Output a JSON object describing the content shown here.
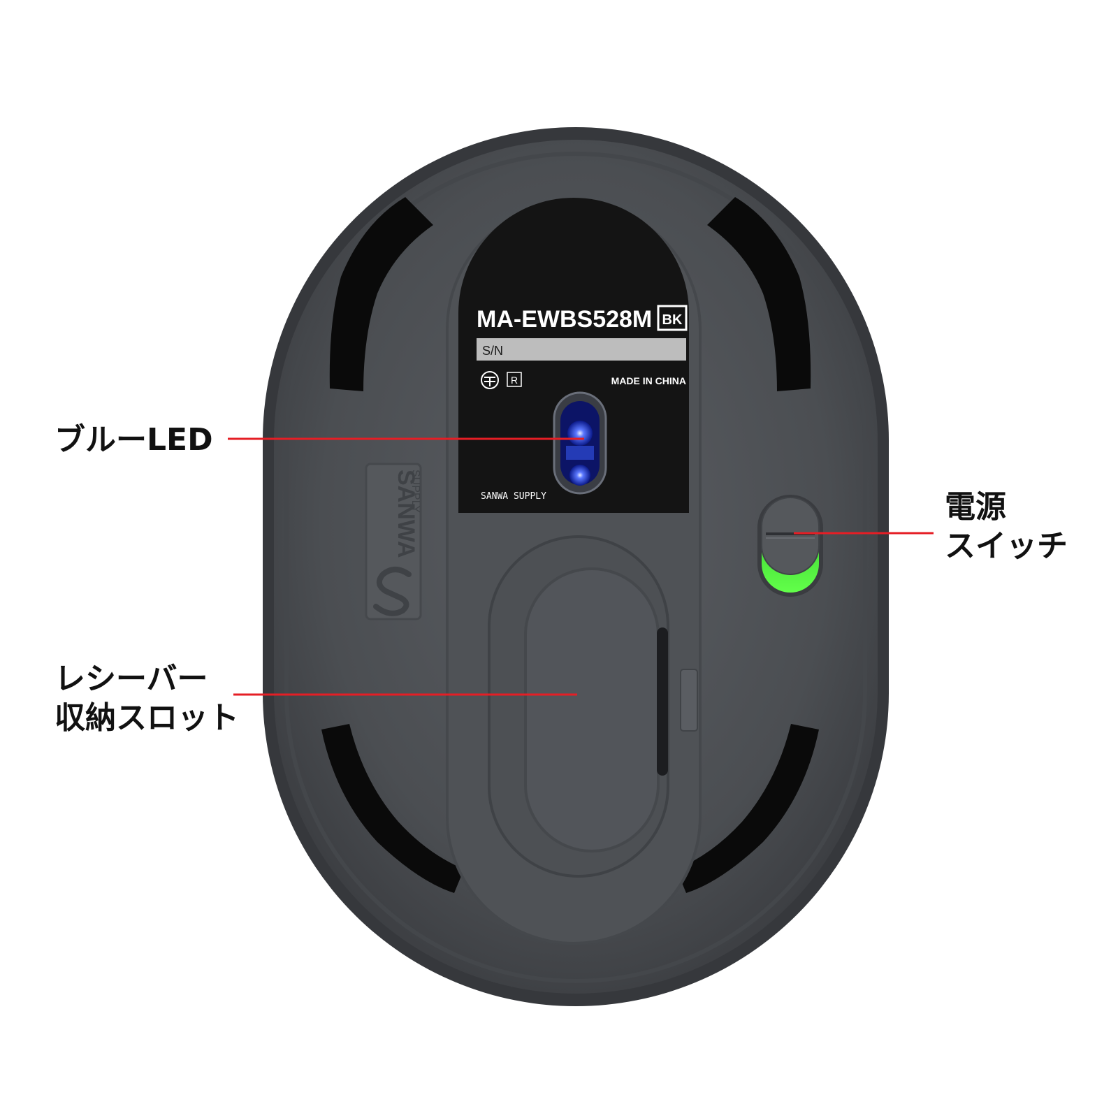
{
  "colors": {
    "background": "#ffffff",
    "body_outer": "#3a3c40",
    "body_inner": "#505357",
    "sticker": "#141414",
    "feet": "#0a0a0a",
    "callout_line": "#e51e25",
    "led_blue": "#2b4dff",
    "switch_green": "#39e82f"
  },
  "sticker": {
    "model": "MA-EWBS528M",
    "color_code": "BK",
    "serial_label": "S/N",
    "origin": "MADE IN CHINA",
    "brand": "SANWA SUPPLY",
    "cert_mark": "R"
  },
  "logo_plate": {
    "brand_word": "SANWA",
    "brand_sub": "SUPPLY"
  },
  "callouts": {
    "led": {
      "lines": [
        "ブルーLED"
      ]
    },
    "power_switch": {
      "lines": [
        "電源",
        "スイッチ"
      ]
    },
    "receiver_slot": {
      "lines": [
        "レシーバー",
        "収納スロット"
      ]
    }
  }
}
